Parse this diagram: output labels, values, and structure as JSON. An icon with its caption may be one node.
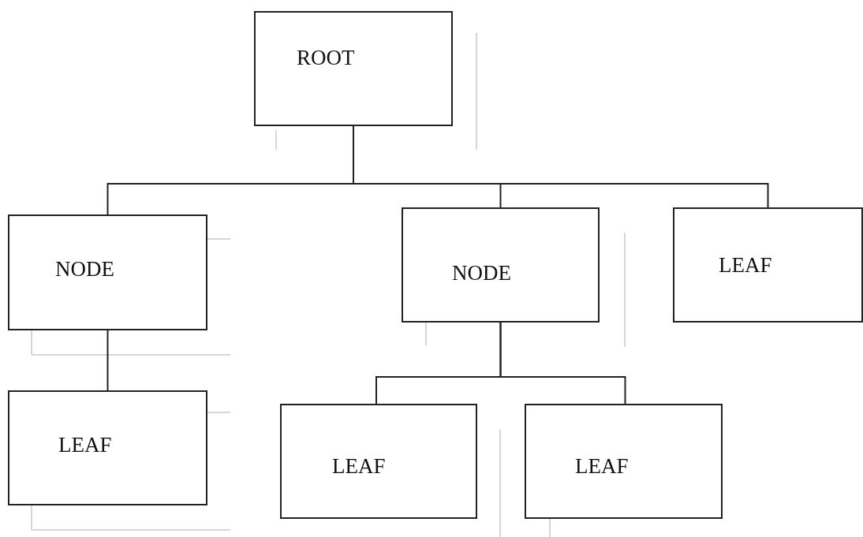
{
  "diagram": {
    "nodes": [
      {
        "text": [
          "ROOT"
        ]
      },
      {
        "text": [
          "NODE"
        ]
      },
      {
        "text": [
          "NODE"
        ]
      },
      {
        "text": [
          "LEAF"
        ]
      },
      {
        "text": [
          "LEAF"
        ]
      },
      {
        "text": [
          "LEAF"
        ]
      },
      {
        "text": [
          "LEAF"
        ]
      }
    ],
    "edges": [
      {
        "from": 0,
        "to": 1,
        "arrow": "none"
      },
      {
        "from": 0,
        "to": 2,
        "arrow": "none"
      },
      {
        "from": 0,
        "to": 3,
        "arrow": "none"
      },
      {
        "from": 1,
        "to": 4,
        "arrow": "none"
      },
      {
        "from": 2,
        "to": 5,
        "arrow": "none"
      },
      {
        "from": 2,
        "to": 6,
        "arrow": "none"
      }
    ]
  }
}
